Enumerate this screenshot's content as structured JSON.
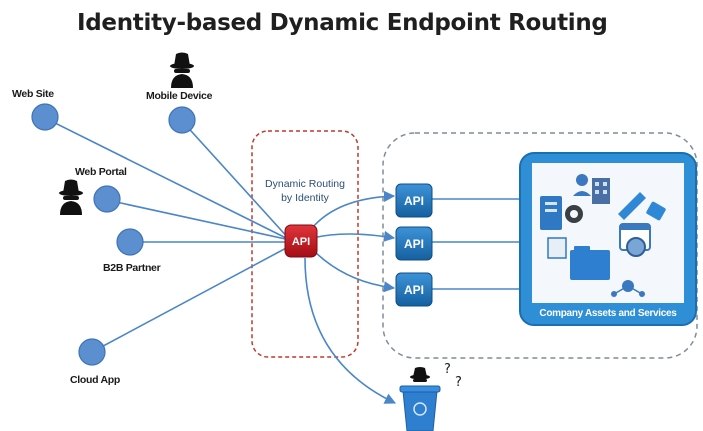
{
  "title": "Identity-based Dynamic Endpoint Routing",
  "clients": [
    {
      "label": "Web Site"
    },
    {
      "label": "Mobile Device"
    },
    {
      "label": "Web Portal"
    },
    {
      "label": "B2B Partner"
    },
    {
      "label": "Cloud App"
    }
  ],
  "routing": {
    "line1": "Dynamic Routing",
    "line2": "by Identity",
    "gateway_label": "API"
  },
  "endpoints": [
    "API",
    "API",
    "API"
  ],
  "assets": {
    "label": "Company Assets and Services"
  },
  "unauthorized": {
    "marks": [
      "?",
      "?"
    ]
  },
  "colors": {
    "node_blue": "#5b8fd0",
    "line_blue": "#4a86c8",
    "gateway_red": "#c8141c",
    "routing_border": "#c0392b",
    "endpoints_border": "#7f8c9a",
    "api_box": "#1f72b8",
    "assets_blue": "#2f8fd6"
  }
}
